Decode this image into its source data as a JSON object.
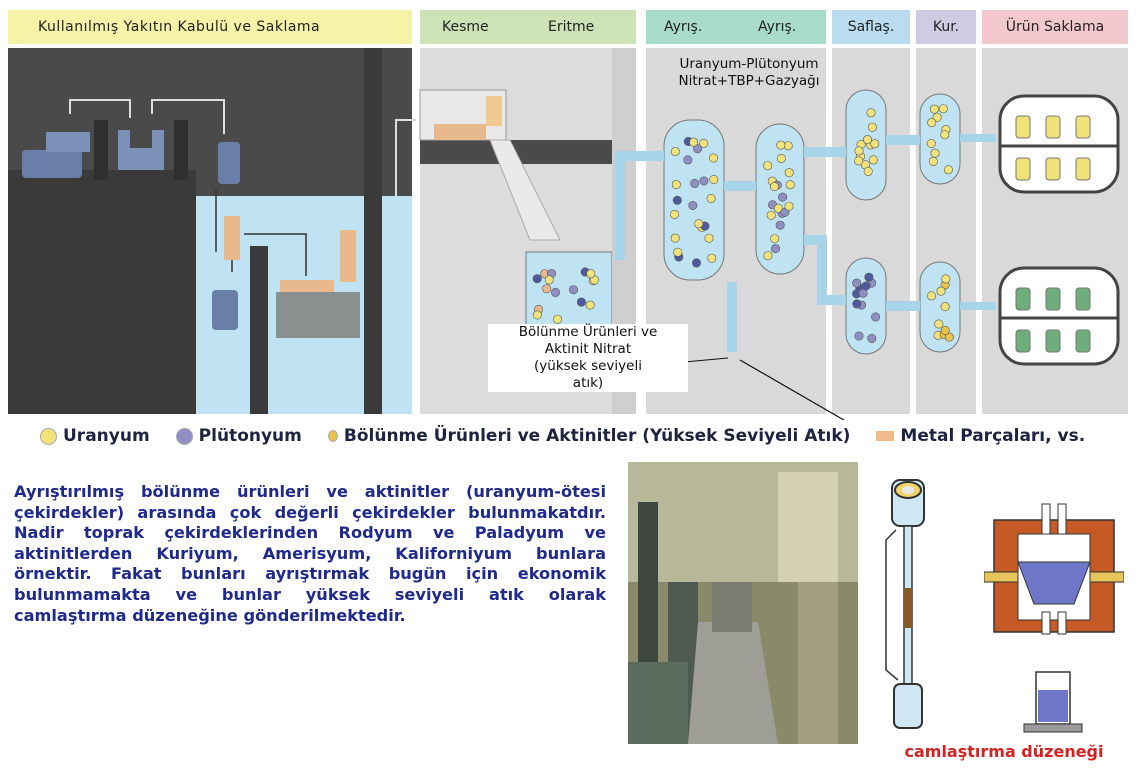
{
  "sections": [
    {
      "id": "kabul",
      "label": "Kullanılmış Yakıtın Kabulü ve Saklama",
      "color": "#f6f2a8"
    },
    {
      "id": "kesme",
      "label": "Kesme",
      "color": "#cde3b6"
    },
    {
      "id": "eritme",
      "label": "Eritme",
      "color": "#cde3b6"
    },
    {
      "id": "ayris1",
      "label": "Ayrış.",
      "color": "#a8dcc9"
    },
    {
      "id": "ayris2",
      "label": "Ayrış.",
      "color": "#a8dcc9"
    },
    {
      "id": "saflas",
      "label": "Saflaş.",
      "color": "#b9dcef"
    },
    {
      "id": "kur",
      "label": "Kur.",
      "color": "#cfcbe3"
    },
    {
      "id": "urun",
      "label": "Ürün Saklama",
      "color": "#f4c8cf"
    }
  ],
  "annotations": {
    "nitrate": "Uranyum-Plütonyum Nitrat+TBP+Gazyağı",
    "waste_line1": "Bölünme Ürünleri ve",
    "waste_line2": "Aktinit Nitrat",
    "waste_line3": "(yüksek seviyeli",
    "waste_line4": "atık)"
  },
  "legend": {
    "uranium": {
      "label": "Uranyum",
      "color": "#f2e27a"
    },
    "plutonium": {
      "label": "Plütonyum",
      "color": "#8f8fc4"
    },
    "fission": {
      "label": "Bölünme Ürünleri ve Aktinitler (Yüksek Seviyeli Atık)",
      "color": "#e8c24a"
    },
    "metal": {
      "label": "Metal Parçaları, vs.",
      "color": "#f2b98c"
    }
  },
  "paragraph": "Ayrıştırılmış bölünme ürünleri ve aktinitler (uranyum-ötesi çekirdekler) arasında çok değerli çekirdekler bulunmakatdır. Nadir toprak çekirdeklerinden Rodyum ve Paladyum ve aktinitlerden Kuriyum, Amerisyum, Kaliforniyum bunlara örnektir. Fakat bunları ayrıştırmak bugün için ekonomik bulunmamakta ve bunlar yüksek seviyeli atık olarak camlaştırma düzeneğine gönderilmektedir.",
  "caption": "camlaştırma düzeneği",
  "colors": {
    "panel_dark": "#4d4d4d",
    "panel_light": "#d9d9d9",
    "water": "#bfe3f2",
    "tube": "#a8d4ea",
    "text_blue": "#1f2a8c",
    "caption_red": "#d42222"
  }
}
